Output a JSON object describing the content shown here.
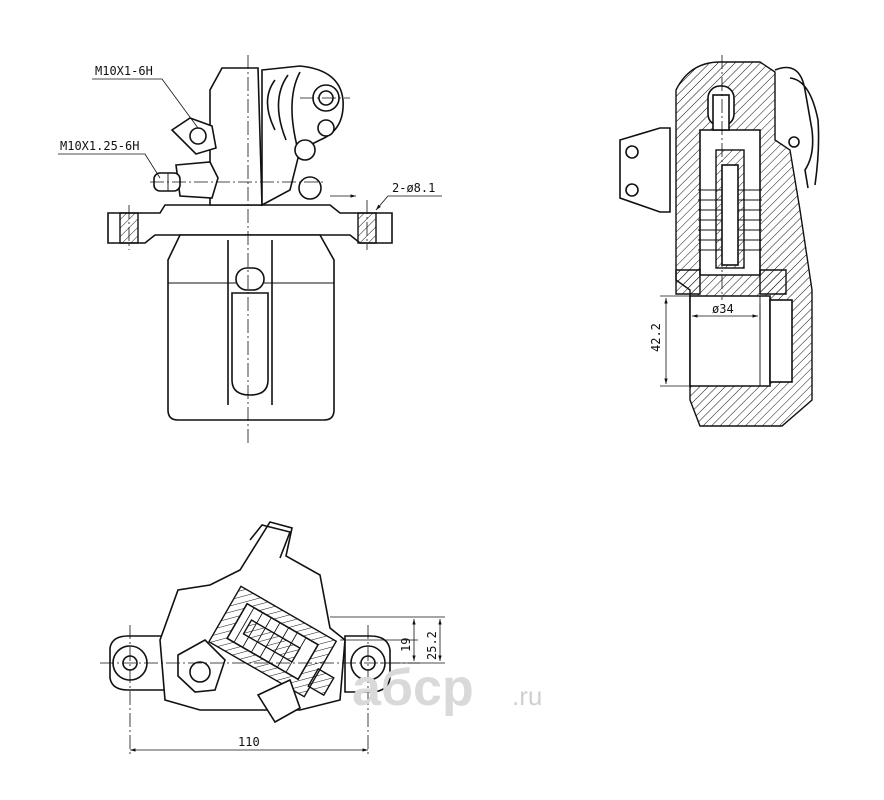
{
  "labels": {
    "thread_bleed": "M10X1-6H",
    "thread_banjo": "M10X1.25-6H",
    "holes": "2-ø8.1",
    "piston_dia": "ø34",
    "piston_len": "42.2",
    "dim_19": "19",
    "dim_25": "25.2",
    "dim_110": "110"
  },
  "watermark": {
    "brand": "aбcp",
    "tld": ".ru"
  }
}
